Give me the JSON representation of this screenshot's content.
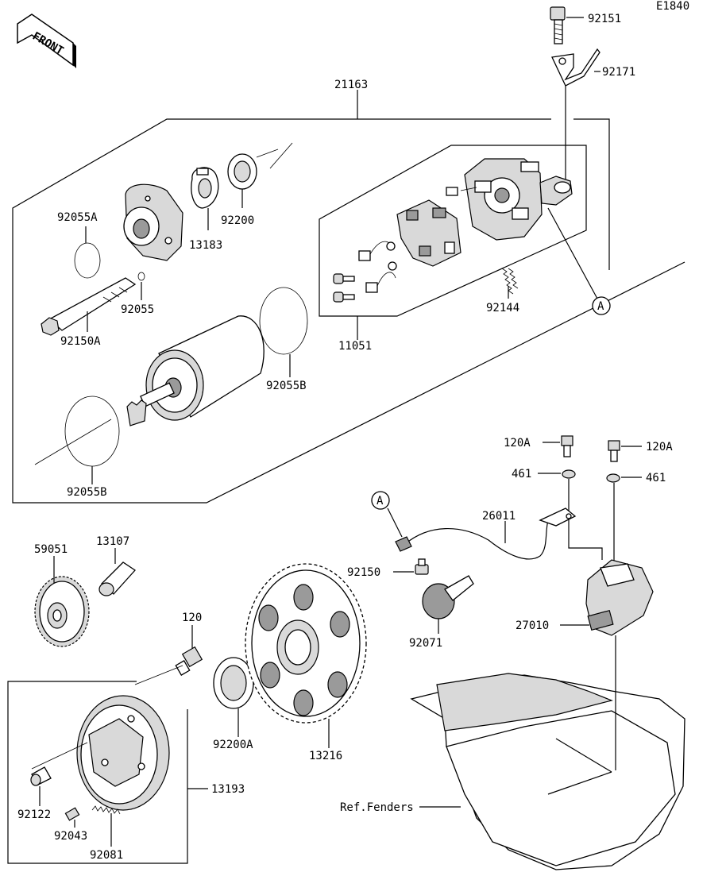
{
  "diagram_code": "E1840",
  "front_label": "FRONT",
  "callouts": {
    "a_marker": "A",
    "a_marker_2": "A"
  },
  "parts": {
    "p92151": "92151",
    "p92171": "92171",
    "p21163": "21163",
    "p92055A": "92055A",
    "p13183": "13183",
    "p92200": "92200",
    "p92055": "92055",
    "p92150A": "92150A",
    "p92055B_top": "92055B",
    "p92055B_bottom": "92055B",
    "p11051": "11051",
    "p92144": "92144",
    "p120A_left": "120A",
    "p120A_right": "120A",
    "p461_left": "461",
    "p461_right": "461",
    "p26011": "26011",
    "p92150": "92150",
    "p92071": "92071",
    "p27010": "27010",
    "p59051": "59051",
    "p13107": "13107",
    "p120": "120",
    "p92200A": "92200A",
    "p13216": "13216",
    "p13193": "13193",
    "p92122": "92122",
    "p92043": "92043",
    "p92081": "92081",
    "ref_fenders": "Ref.Fenders"
  }
}
